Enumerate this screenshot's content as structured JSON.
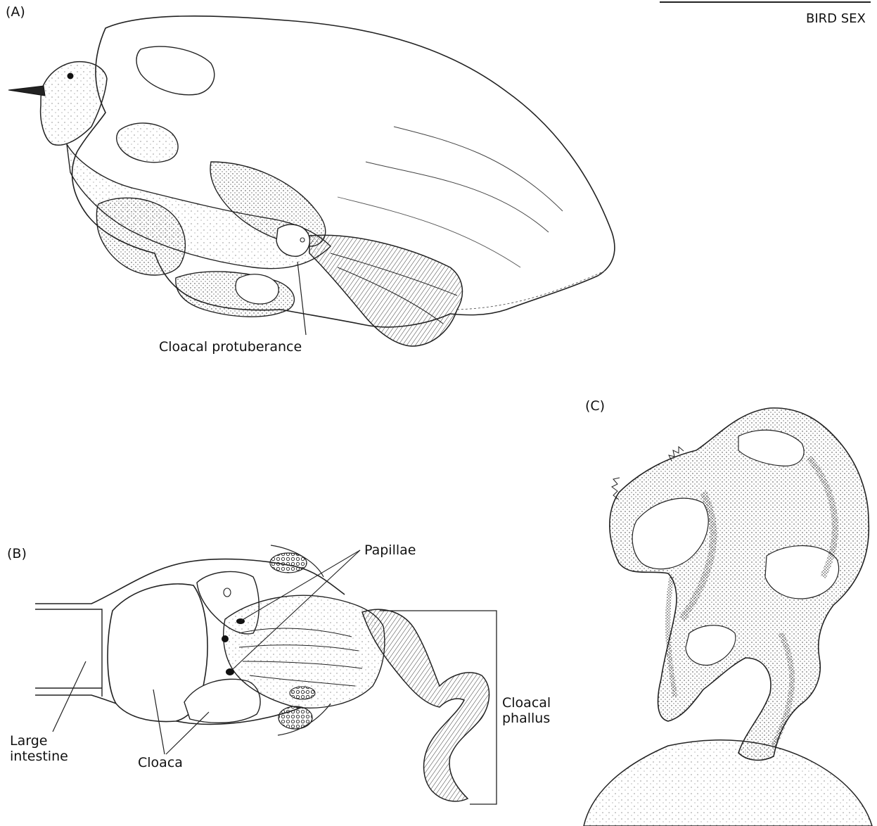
{
  "header": {
    "running_head": "BIRD SEX"
  },
  "panel_a": {
    "letter": "(A)",
    "label_cloacal_protuberance": "Cloacal protuberance"
  },
  "panel_b": {
    "letter": "(B)",
    "label_papillae": "Papillae",
    "label_cloacal_phallus_line1": "Cloacal",
    "label_cloacal_phallus_line2": "phallus",
    "label_large_intestine_line1": "Large",
    "label_large_intestine_line2": "intestine",
    "label_cloaca": "Cloaca"
  },
  "panel_c": {
    "letter": "(C)"
  }
}
